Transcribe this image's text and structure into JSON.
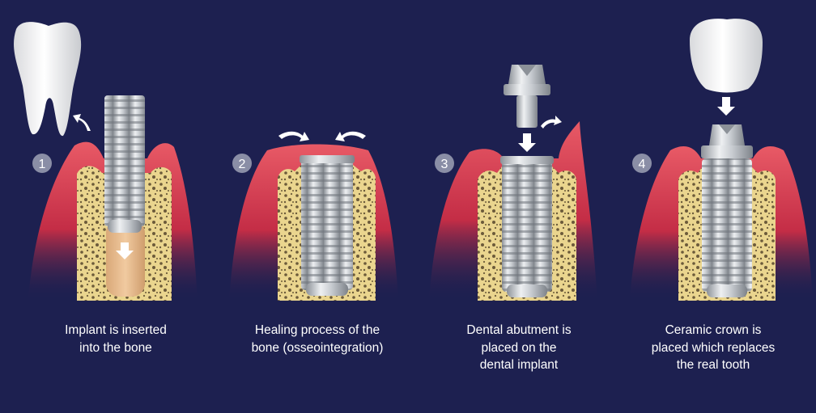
{
  "colors": {
    "background": "#1d2050",
    "gum": "#d8384f",
    "bone": "#ead58e",
    "implant": "#c3c7cc",
    "tooth": "#f2f2f2",
    "badge": "#8a8ea6"
  },
  "steps": [
    {
      "number": "1",
      "caption": "Implant is inserted\ninto the bone"
    },
    {
      "number": "2",
      "caption": "Healing process of the\nbone (osseointegration)"
    },
    {
      "number": "3",
      "caption": "Dental abutment is\nplaced on the\ndental implant"
    },
    {
      "number": "4",
      "caption": "Ceramic crown is\nplaced which replaces\nthe real tooth"
    }
  ]
}
